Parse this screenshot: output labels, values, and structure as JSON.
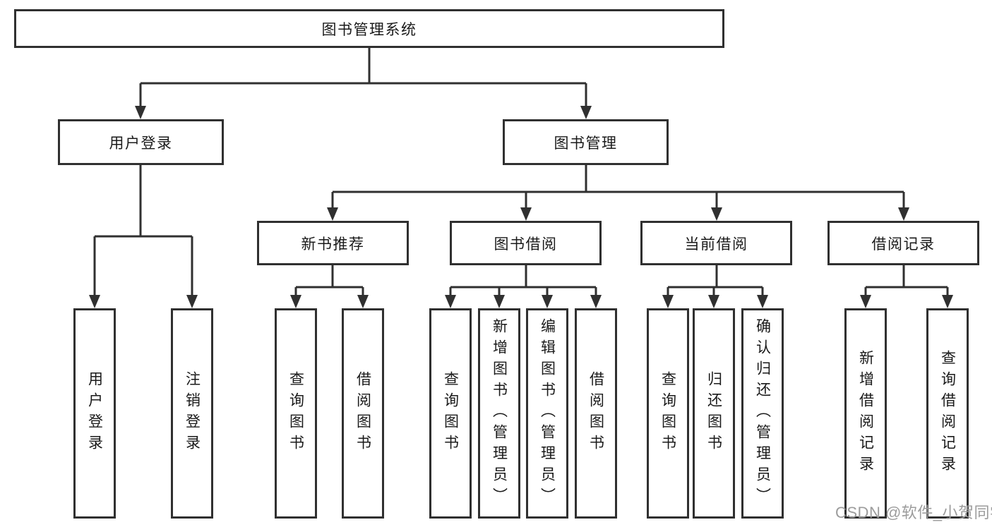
{
  "colors": {
    "line": "#303030",
    "box_border": "#303030",
    "text": "#1a1a1a",
    "watermark": "#9c9c9c",
    "background": "#ffffff"
  },
  "watermark": "CSDN @软件_小贺同学",
  "tree": {
    "label": "图书管理系统",
    "children": [
      {
        "label": "用户登录",
        "children": [
          {
            "label": "用户登录"
          },
          {
            "label": "注销登录"
          }
        ]
      },
      {
        "label": "图书管理",
        "children": [
          {
            "label": "新书推荐",
            "children": [
              {
                "label": "查询图书"
              },
              {
                "label": "借阅图书"
              }
            ]
          },
          {
            "label": "图书借阅",
            "children": [
              {
                "label": "查询图书"
              },
              {
                "label": "新增图书（管理员）"
              },
              {
                "label": "编辑图书（管理员）"
              },
              {
                "label": "借阅图书"
              }
            ]
          },
          {
            "label": "当前借阅",
            "children": [
              {
                "label": "查询图书"
              },
              {
                "label": "归还图书"
              },
              {
                "label": "确认归还（管理员）"
              }
            ]
          },
          {
            "label": "借阅记录",
            "children": [
              {
                "label": "新增借阅记录"
              },
              {
                "label": "查询借阅记录"
              }
            ]
          }
        ]
      }
    ]
  }
}
